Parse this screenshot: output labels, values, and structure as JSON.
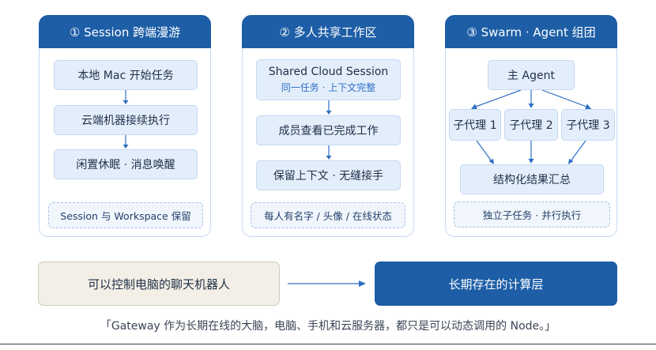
{
  "panels": [
    {
      "title": "① Session 跨端漫游",
      "steps": [
        "本地 Mac 开始任务",
        "云端机器接续执行",
        "闲置休眠 · 消息唤醒"
      ],
      "footer": "Session 与 Workspace 保留"
    },
    {
      "title": "② 多人共享工作区",
      "shared_title": "Shared Cloud Session",
      "shared_sub": "同一任务 · 上下文完整",
      "steps": [
        "成员查看已完成工作",
        "保留上下文 · 无缝接手"
      ],
      "footer": "每人有名字 / 头像 / 在线状态"
    },
    {
      "title": "③ Swarm · Agent 组团",
      "main_agent": "主 Agent",
      "sub_agents": [
        "子代理 1",
        "子代理 2",
        "子代理 3"
      ],
      "summary": "结构化结果汇总",
      "footer": "独立子任务 · 并行执行"
    }
  ],
  "transition": {
    "from": "可以控制电脑的聊天机器人",
    "to": "长期存在的计算层"
  },
  "quote": "「Gateway 作为长期在线的大脑，电脑、手机和云服务器，都只是可以动态调用的 Node。」",
  "colors": {
    "primary": "#1d5ea6",
    "box_fill": "#e3eefb",
    "arrow": "#2f6fc4"
  }
}
